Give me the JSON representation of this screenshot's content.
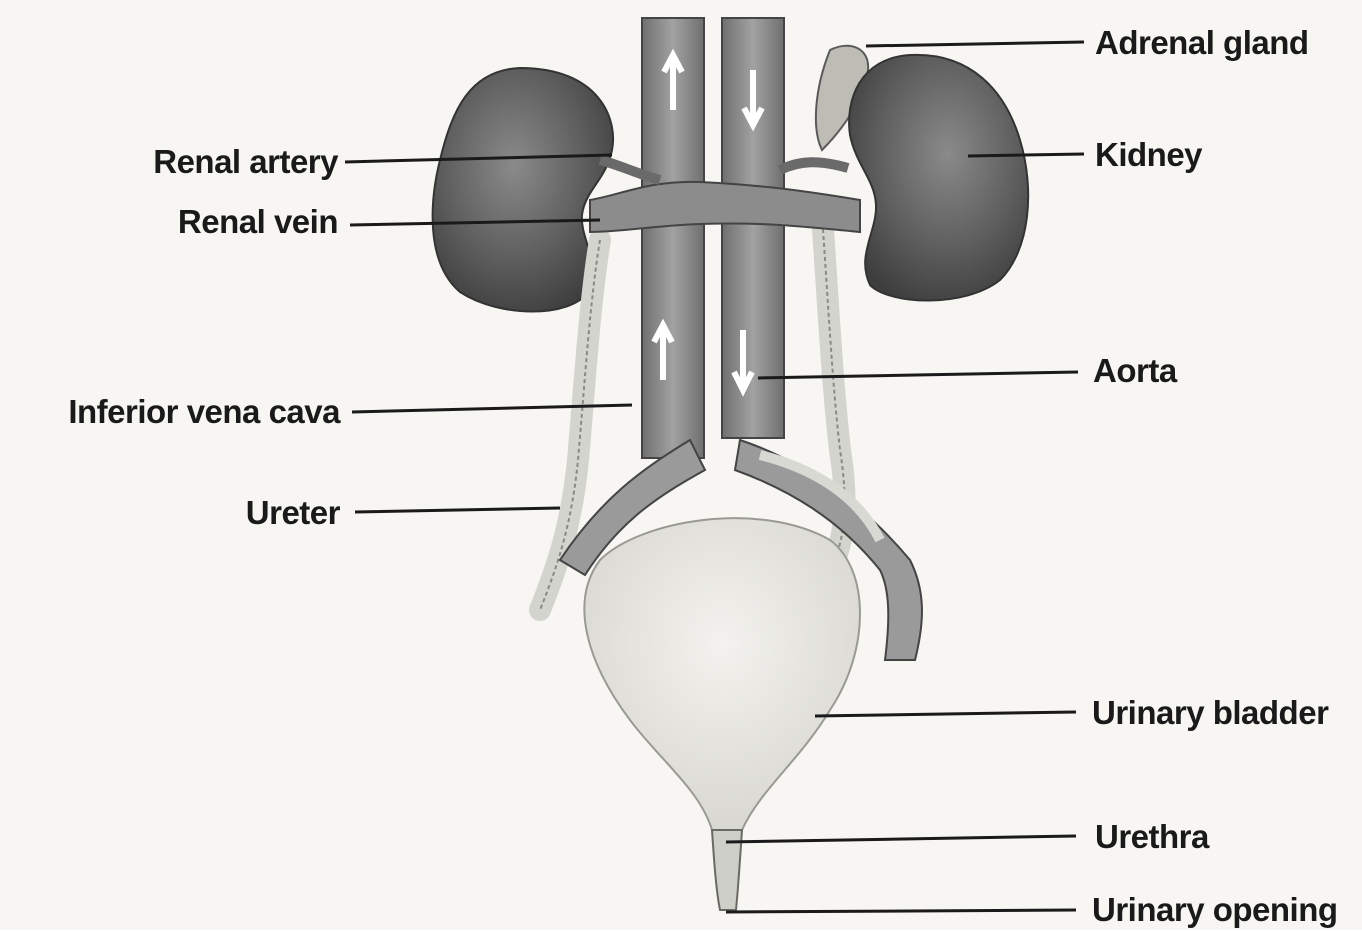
{
  "diagram": {
    "labels": {
      "adrenal_gland": "Adrenal gland",
      "kidney": "Kidney",
      "renal_artery": "Renal artery",
      "renal_vein": "Renal vein",
      "aorta": "Aorta",
      "inferior_vena_cava": "Inferior vena cava",
      "ureter": "Ureter",
      "urinary_bladder": "Urinary bladder",
      "urethra": "Urethra",
      "urinary_opening": "Urinary opening"
    },
    "colors": {
      "kidney": "#6d6d6d",
      "vessel": "#8f8f8f",
      "ureter": "#d9d9d4",
      "bladder": "#ecebe6",
      "leader_line": "#1a1a1a",
      "background": "#f7f6f2"
    }
  }
}
